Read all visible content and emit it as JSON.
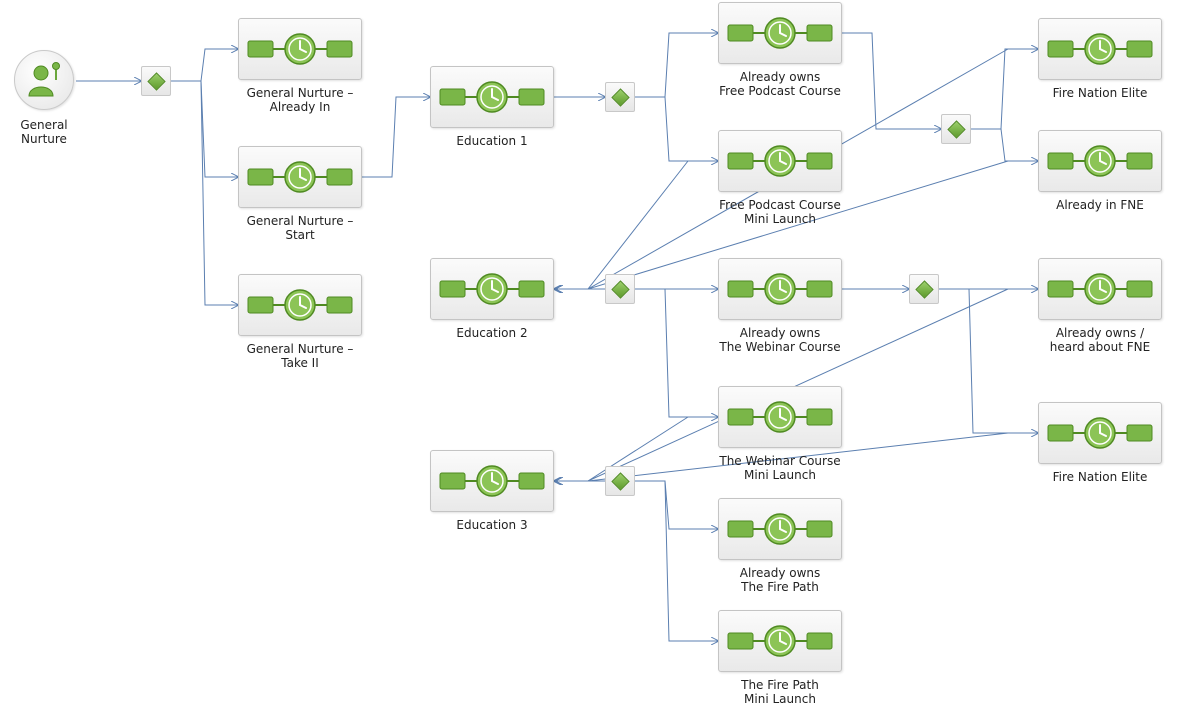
{
  "start": {
    "label_lines": [
      "General",
      "Nurture"
    ]
  },
  "nodes": [
    {
      "id": "general-nurture-already-in",
      "label_lines": [
        "General Nurture –",
        "Already In"
      ]
    },
    {
      "id": "general-nurture-start",
      "label_lines": [
        "General Nurture –",
        "Start"
      ]
    },
    {
      "id": "general-nurture-take-ii",
      "label_lines": [
        "General Nurture –",
        "Take II"
      ]
    },
    {
      "id": "education-1",
      "label_lines": [
        "Education 1"
      ]
    },
    {
      "id": "education-2",
      "label_lines": [
        "Education 2"
      ]
    },
    {
      "id": "education-3",
      "label_lines": [
        "Education 3"
      ]
    },
    {
      "id": "already-owns-free-podcast-course",
      "label_lines": [
        "Already owns",
        "Free Podcast Course"
      ]
    },
    {
      "id": "free-podcast-course-mini-launch",
      "label_lines": [
        "Free Podcast Course",
        "Mini Launch"
      ]
    },
    {
      "id": "already-owns-the-webinar-course",
      "label_lines": [
        "Already owns",
        "The Webinar Course"
      ]
    },
    {
      "id": "the-webinar-course-mini-launch",
      "label_lines": [
        "The Webinar Course",
        "Mini Launch"
      ]
    },
    {
      "id": "already-owns-the-fire-path",
      "label_lines": [
        "Already owns",
        "The Fire Path"
      ]
    },
    {
      "id": "the-fire-path-mini-launch",
      "label_lines": [
        "The Fire Path",
        "Mini Launch"
      ]
    },
    {
      "id": "fire-nation-elite-1",
      "label_lines": [
        "Fire Nation Elite"
      ]
    },
    {
      "id": "already-in-fne",
      "label_lines": [
        "Already in FNE"
      ]
    },
    {
      "id": "already-owns-heard-about-fne",
      "label_lines": [
        "Already owns /",
        "heard about FNE"
      ]
    },
    {
      "id": "fire-nation-elite-2",
      "label_lines": [
        "Fire Nation Elite"
      ]
    }
  ],
  "decisions": [
    "d0",
    "d1",
    "d2",
    "d3",
    "d4",
    "d5"
  ],
  "edges": [
    [
      "start",
      "d0"
    ],
    [
      "d0",
      "general-nurture-already-in"
    ],
    [
      "d0",
      "general-nurture-start"
    ],
    [
      "d0",
      "general-nurture-take-ii"
    ],
    [
      "general-nurture-start",
      "education-1"
    ],
    [
      "education-1",
      "d1"
    ],
    [
      "d1",
      "already-owns-free-podcast-course"
    ],
    [
      "d1",
      "free-podcast-course-mini-launch"
    ],
    [
      "already-owns-free-podcast-course",
      "d2"
    ],
    [
      "d2",
      "fire-nation-elite-1"
    ],
    [
      "d2",
      "already-in-fne"
    ],
    [
      "d3",
      "education-2"
    ],
    [
      "d3",
      "already-owns-the-webinar-course"
    ],
    [
      "d3",
      "the-webinar-course-mini-launch"
    ],
    [
      "already-owns-the-webinar-course",
      "d4"
    ],
    [
      "d4",
      "already-owns-heard-about-fne"
    ],
    [
      "d4",
      "fire-nation-elite-2"
    ],
    [
      "d5",
      "education-3"
    ],
    [
      "d5",
      "already-owns-the-fire-path"
    ],
    [
      "d5",
      "the-fire-path-mini-launch"
    ],
    [
      "free-podcast-course-mini-launch",
      "education-2"
    ],
    [
      "fire-nation-elite-1",
      "education-2"
    ],
    [
      "already-in-fne",
      "education-2"
    ],
    [
      "the-webinar-course-mini-launch",
      "education-3"
    ],
    [
      "already-owns-heard-about-fne",
      "education-3"
    ],
    [
      "fire-nation-elite-2",
      "education-3"
    ]
  ],
  "colors": {
    "edge": "#5b7fb0",
    "accent_green": "#7ab648",
    "accent_green_dark": "#4f8a22"
  }
}
